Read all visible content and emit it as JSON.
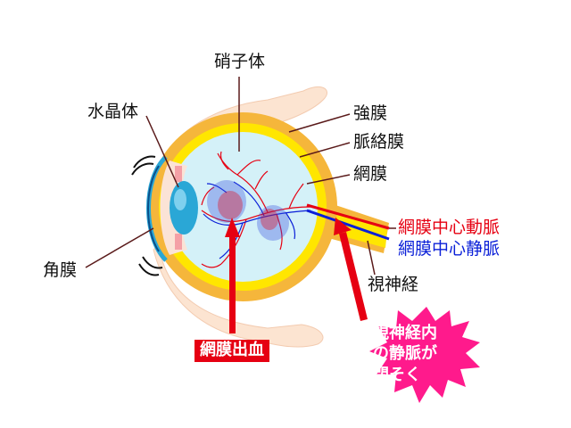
{
  "labels": {
    "vitreous": "硝子体",
    "lens": "水晶体",
    "sclera": "強膜",
    "choroid": "脈絡膜",
    "retina": "網膜",
    "central_artery": "網膜中心動脈",
    "central_vein": "網膜中心静脈",
    "optic_nerve": "視神経",
    "cornea": "角膜",
    "hemorrhage": "網膜出血"
  },
  "callout": {
    "line1": "視神経内",
    "line2": "の静脈が",
    "line3": "閉そく"
  },
  "colors": {
    "sclera": "#f5b63b",
    "choroid": "#ffe600",
    "vitreous": "#d4f1f8",
    "lens": "#2aa7d6",
    "eyelid": "#fce4d1",
    "artery": "#e60012",
    "vein": "#0a1fd8",
    "pointer": "#e60012",
    "burst": "#ff1a8c"
  }
}
